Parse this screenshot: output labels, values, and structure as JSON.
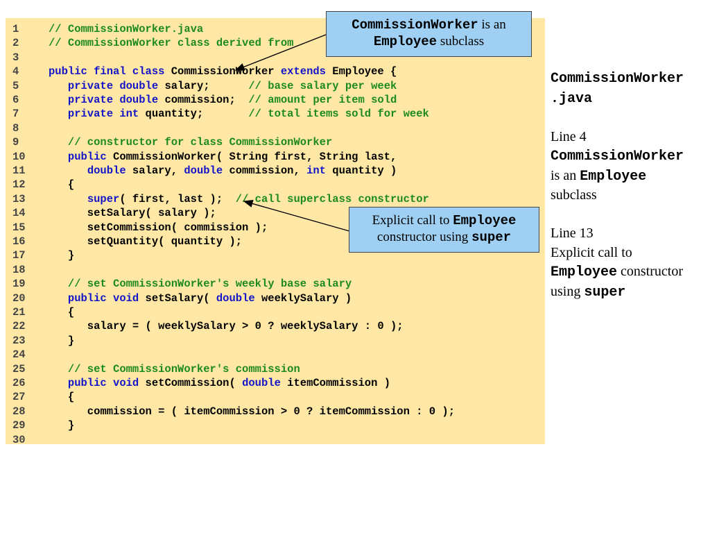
{
  "code_lines": [
    {
      "num": "1",
      "tokens": [
        {
          "t": "// CommissionWorker.java",
          "c": "cm"
        }
      ]
    },
    {
      "num": "2",
      "tokens": [
        {
          "t": "// CommissionWorker class derived from ",
          "c": "cm"
        }
      ]
    },
    {
      "num": "3",
      "tokens": []
    },
    {
      "num": "4",
      "tokens": [
        {
          "t": "public final class",
          "c": "kw"
        },
        {
          "t": " CommissionWorker "
        },
        {
          "t": "extends",
          "c": "kw"
        },
        {
          "t": " Employee {"
        }
      ]
    },
    {
      "num": "5",
      "tokens": [
        {
          "t": "   "
        },
        {
          "t": "private double",
          "c": "kw"
        },
        {
          "t": " salary;      "
        },
        {
          "t": "// base salary per week",
          "c": "cm"
        }
      ]
    },
    {
      "num": "6",
      "tokens": [
        {
          "t": "   "
        },
        {
          "t": "private double",
          "c": "kw"
        },
        {
          "t": " commission;  "
        },
        {
          "t": "// amount per item sold",
          "c": "cm"
        }
      ]
    },
    {
      "num": "7",
      "tokens": [
        {
          "t": "   "
        },
        {
          "t": "private int",
          "c": "kw"
        },
        {
          "t": " quantity;       "
        },
        {
          "t": "// total items sold for week",
          "c": "cm"
        }
      ]
    },
    {
      "num": "8",
      "tokens": []
    },
    {
      "num": "9",
      "tokens": [
        {
          "t": "   "
        },
        {
          "t": "// constructor for class CommissionWorker",
          "c": "cm"
        }
      ]
    },
    {
      "num": "10",
      "tokens": [
        {
          "t": "   "
        },
        {
          "t": "public",
          "c": "kw"
        },
        {
          "t": " CommissionWorker( String first, String last,"
        }
      ]
    },
    {
      "num": "11",
      "tokens": [
        {
          "t": "      "
        },
        {
          "t": "double",
          "c": "kw"
        },
        {
          "t": " salary, "
        },
        {
          "t": "double",
          "c": "kw"
        },
        {
          "t": " commission, "
        },
        {
          "t": "int",
          "c": "kw"
        },
        {
          "t": " quantity )"
        }
      ]
    },
    {
      "num": "12",
      "tokens": [
        {
          "t": "   {"
        }
      ]
    },
    {
      "num": "13",
      "tokens": [
        {
          "t": "      "
        },
        {
          "t": "super",
          "c": "kw"
        },
        {
          "t": "( first, last );  "
        },
        {
          "t": "// call superclass constructor",
          "c": "cm"
        }
      ]
    },
    {
      "num": "14",
      "tokens": [
        {
          "t": "      setSalary( salary );"
        }
      ]
    },
    {
      "num": "15",
      "tokens": [
        {
          "t": "      setCommission( commission );"
        }
      ]
    },
    {
      "num": "16",
      "tokens": [
        {
          "t": "      setQuantity( quantity );"
        }
      ]
    },
    {
      "num": "17",
      "tokens": [
        {
          "t": "   }"
        }
      ]
    },
    {
      "num": "18",
      "tokens": []
    },
    {
      "num": "19",
      "tokens": [
        {
          "t": "   "
        },
        {
          "t": "// set CommissionWorker's weekly base salary",
          "c": "cm"
        }
      ]
    },
    {
      "num": "20",
      "tokens": [
        {
          "t": "   "
        },
        {
          "t": "public void",
          "c": "kw"
        },
        {
          "t": " setSalary( "
        },
        {
          "t": "double",
          "c": "kw"
        },
        {
          "t": " weeklySalary )"
        }
      ]
    },
    {
      "num": "21",
      "tokens": [
        {
          "t": "   {"
        }
      ]
    },
    {
      "num": "22",
      "tokens": [
        {
          "t": "      salary = ( weeklySalary > 0 ? weeklySalary : 0 );"
        }
      ]
    },
    {
      "num": "23",
      "tokens": [
        {
          "t": "   }"
        }
      ]
    },
    {
      "num": "24",
      "tokens": []
    },
    {
      "num": "25",
      "tokens": [
        {
          "t": "   "
        },
        {
          "t": "// set CommissionWorker's commission",
          "c": "cm"
        }
      ]
    },
    {
      "num": "26",
      "tokens": [
        {
          "t": "   "
        },
        {
          "t": "public void",
          "c": "kw"
        },
        {
          "t": " setCommission( "
        },
        {
          "t": "double",
          "c": "kw"
        },
        {
          "t": " itemCommission )"
        }
      ]
    },
    {
      "num": "27",
      "tokens": [
        {
          "t": "   {"
        }
      ]
    },
    {
      "num": "28",
      "tokens": [
        {
          "t": "      commission = ( itemCommission > 0 ? itemCommission : 0 );"
        }
      ]
    },
    {
      "num": "29",
      "tokens": [
        {
          "t": "   }"
        }
      ]
    },
    {
      "num": "30",
      "tokens": []
    }
  ],
  "callout1": {
    "mono1": "CommissionWorker",
    "text1": " is an",
    "mono2": "Employee",
    "text2": " subclass"
  },
  "callout2": {
    "text1": "Explicit call to ",
    "mono1": "Employee",
    "text2": "constructor using ",
    "mono2": "super"
  },
  "side": {
    "filename1": "CommissionWorker",
    "filename2": ".java",
    "line4_label": "Line 4",
    "line4_mono1": "CommissionWorker",
    "line4_text1": "is an ",
    "line4_mono2": "Employee",
    "line4_text2": "subclass",
    "line13_label": "Line 13",
    "line13_text1": "Explicit call to",
    "line13_mono1": "Employee",
    "line13_text2": " constructor",
    "line13_text3": "using ",
    "line13_mono2": "super"
  },
  "colors": {
    "code_bg": "#ffe8a6",
    "keyword": "#1414c8",
    "comment": "#1d8a1d",
    "callout_bg": "#9fd0f4"
  }
}
